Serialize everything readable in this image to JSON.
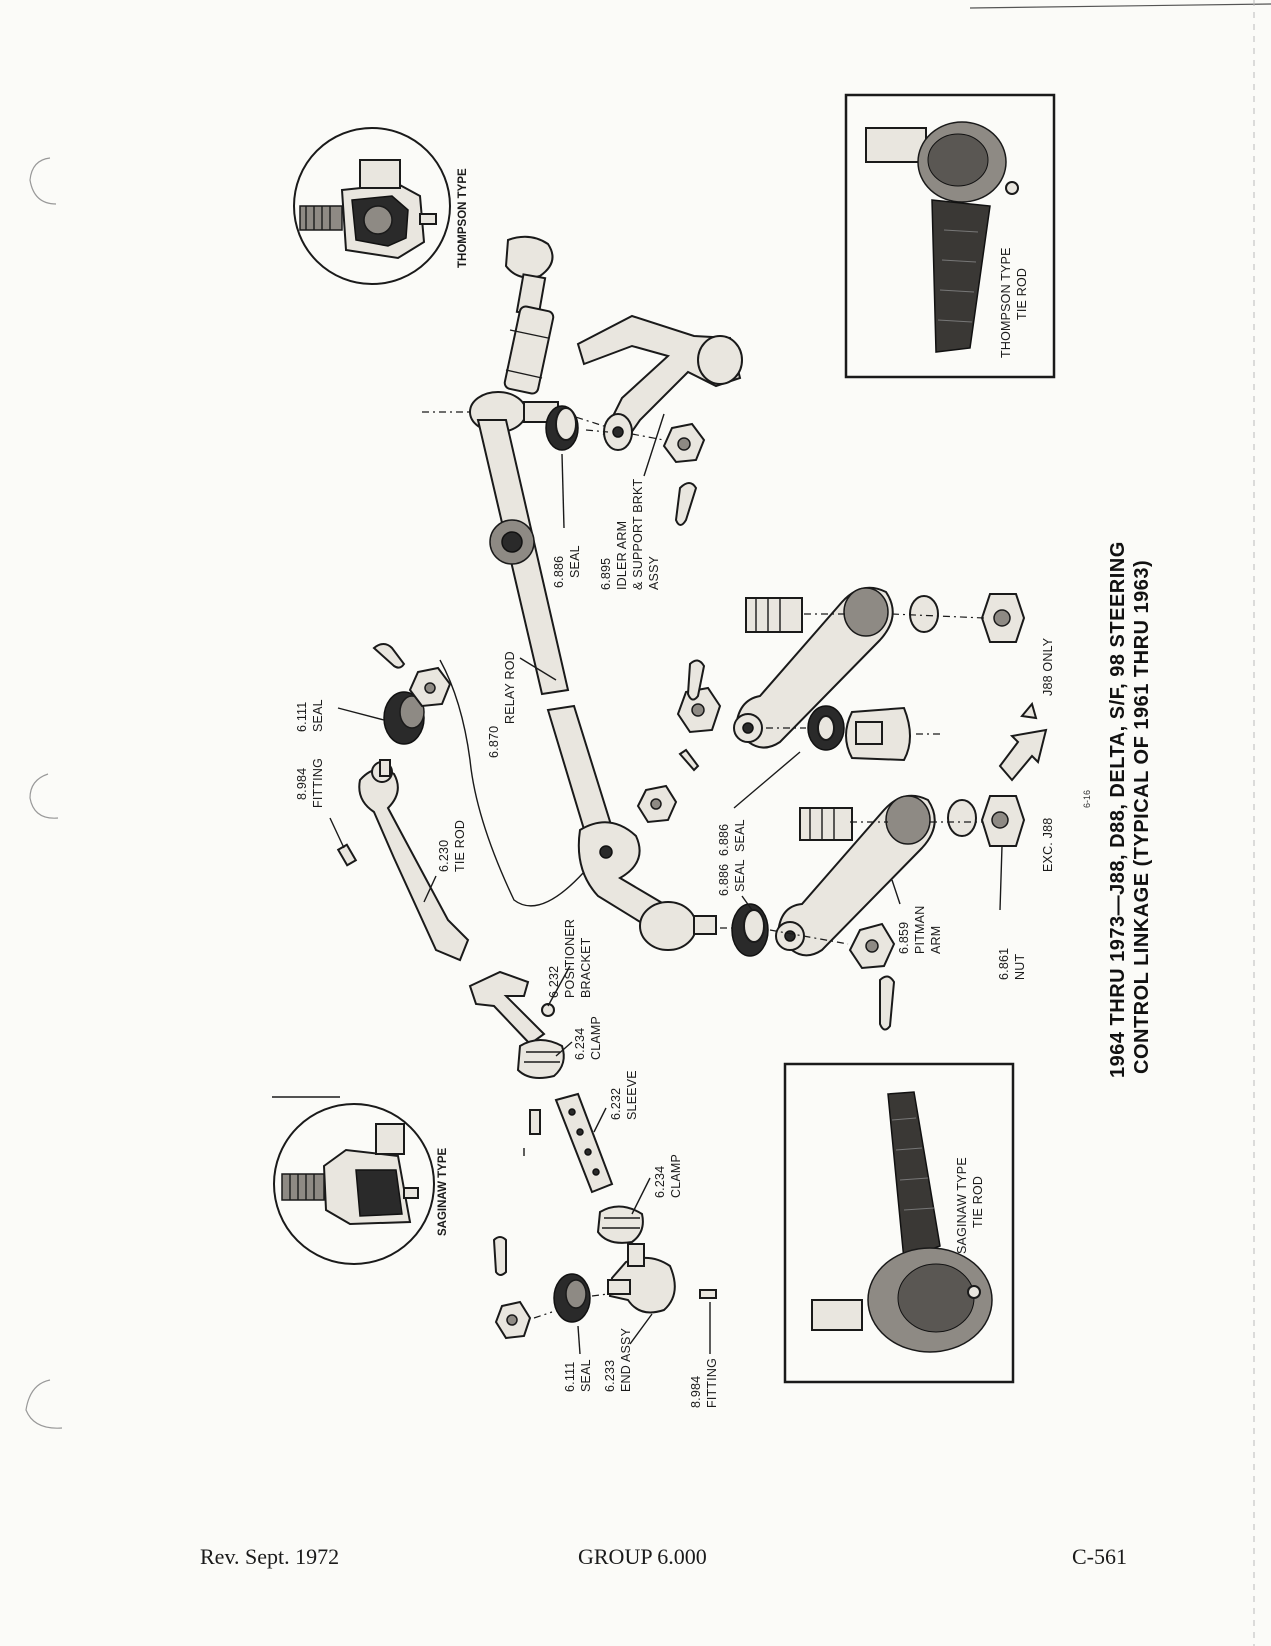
{
  "title": {
    "line1": "1964 THRU 1973—J88, D88, DELTA, S/F, 98 STEERING",
    "line2": "CONTROL LINKAGE (TYPICAL OF 1961 THRU 1963)"
  },
  "insets": {
    "thompson_circle": "THOMPSON TYPE",
    "saginaw_circle": "SAGINAW TYPE",
    "thompson_photo_line1": "THOMPSON TYPE",
    "thompson_photo_line2": "TIE ROD",
    "saginaw_photo_line1": "SAGINAW TYPE",
    "saginaw_photo_line2": "TIE ROD"
  },
  "callouts": {
    "seal_6886_a": {
      "num": "6.886",
      "name": "SEAL"
    },
    "idler_arm": {
      "num": "6.895",
      "line1": "IDLER ARM",
      "line2": "& SUPPORT BRKT",
      "line3": "ASSY"
    },
    "relay_rod": {
      "num": "6.870",
      "name": "RELAY ROD"
    },
    "seal_6111_a": {
      "num": "6.111",
      "name": "SEAL"
    },
    "fitting_8984_a": {
      "num": "8.984",
      "name": "FITTING"
    },
    "tie_rod": {
      "num": "6.230",
      "name": "TIE ROD"
    },
    "positioner_bracket": {
      "num": "6.232",
      "line1": "POSITIONER",
      "line2": "BRACKET"
    },
    "clamp_6234_a": {
      "num": "6.234",
      "name": "CLAMP"
    },
    "sleeve": {
      "num": "6.232",
      "name": "SLEEVE"
    },
    "clamp_6234_b": {
      "num": "6.234",
      "name": "CLAMP"
    },
    "seal_6111_b": {
      "num": "6.111",
      "name": "SEAL"
    },
    "end_assy": {
      "num": "6.233",
      "name": "END ASSY"
    },
    "fitting_8984_b": {
      "num": "8.984",
      "name": "FITTING"
    },
    "seal_6886_b": {
      "num": "6.886",
      "name": "SEAL"
    },
    "seal_6886_c": {
      "num": "6.886",
      "name": "SEAL"
    },
    "pitman_arm": {
      "num": "6.859",
      "line1": "PITMAN",
      "line2": "ARM"
    },
    "nut": {
      "num": "6.861",
      "name": "NUT"
    },
    "j88_only": "J88 ONLY",
    "exc_j88": "EXC. J88"
  },
  "figure_number": "6-16",
  "footer": {
    "rev": "Rev. Sept. 1972",
    "group": "GROUP 6.000",
    "page": "C-561"
  }
}
